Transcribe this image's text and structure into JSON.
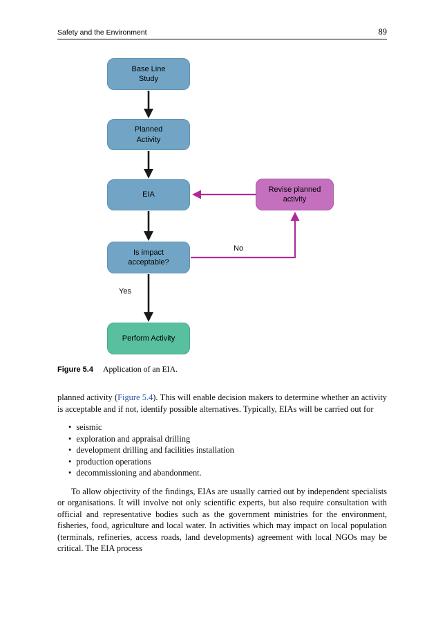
{
  "header": {
    "title": "Safety and the Environment",
    "page_number": "89"
  },
  "figure": {
    "nodes": {
      "baseline": {
        "label": "Base Line\nStudy"
      },
      "planned": {
        "label": "Planned\nActivity"
      },
      "eia": {
        "label": "EIA"
      },
      "revise": {
        "label": "Revise planned\nactivity"
      },
      "impact": {
        "label": "Is impact\nacceptable?"
      },
      "perform": {
        "label": "Perform Activity"
      }
    },
    "edge_labels": {
      "no": "No",
      "yes": "Yes"
    },
    "colors": {
      "process_box": "#72a5c5",
      "revise_box": "#c470be",
      "perform_box": "#58bf9f",
      "flow_arrow": "#1a1a1a",
      "feedback_arrow": "#b02a97"
    },
    "caption_label": "Figure 5.4",
    "caption_text": "Application of an EIA."
  },
  "body": {
    "para1_pre": "planned activity (",
    "para1_link": "Figure 5.4",
    "para1_post": "). This will enable decision makers to determine whether an activity is acceptable and if not, identify possible alternatives. Typically, EIAs will be carried out for",
    "bullets": [
      "seismic",
      "exploration and appraisal drilling",
      "development drilling and facilities installation",
      "production operations",
      "decommissioning and abandonment."
    ],
    "para2": "To allow objectivity of the findings, EIAs are usually carried out by independent specialists or organisations. It will involve not only scientific experts, but also require consultation with official and representative bodies such as the government ministries for the environment, fisheries, food, agriculture and local water. In activities which may impact on local population (terminals, refineries, access roads, land developments) agreement with local NGOs may be critical. The EIA process",
    "link_color": "#2d59a8"
  }
}
